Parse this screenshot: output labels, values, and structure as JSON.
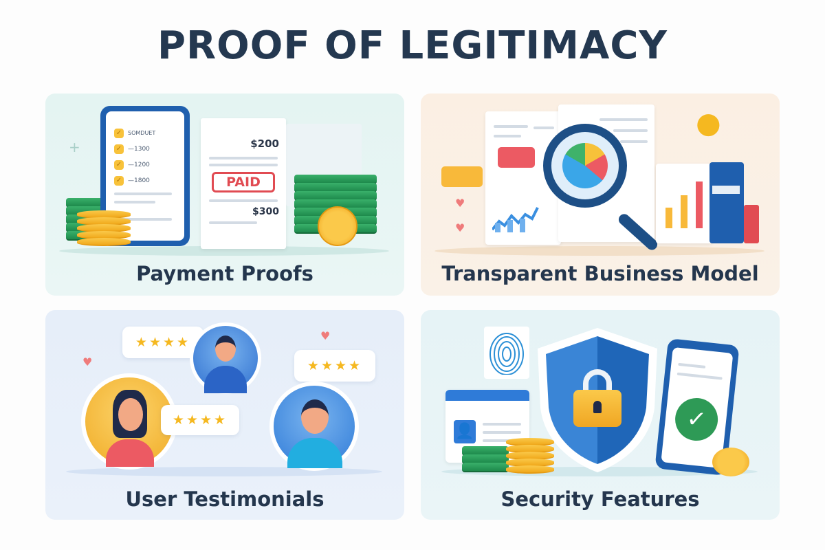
{
  "title": "PROOF OF LEGITIMACY",
  "colors": {
    "title": "#243850",
    "card_payment_bg": "#e4f4f2",
    "card_business_bg": "#fbefe3",
    "card_testimonials_bg": "#e6eef9",
    "card_security_bg": "#e6f3f6",
    "accent_blue": "#1f5fae",
    "accent_gold": "#f5b820",
    "accent_green": "#2e9a56",
    "accent_red": "#e14b52"
  },
  "cards": [
    {
      "label": "Payment Proofs",
      "phone_list": [
        {
          "icon": "check-icon",
          "text": "SOMDUET"
        },
        {
          "icon": "check-icon",
          "text": "1300"
        },
        {
          "icon": "check-icon",
          "text": "1200"
        },
        {
          "icon": "check-icon",
          "text": "1800"
        }
      ],
      "receipt": {
        "amount_top": "$200",
        "stamp": "PAID",
        "amount_bottom": "$300"
      }
    },
    {
      "label": "Transparent Business Model",
      "icons": [
        "document-icon",
        "magnifier-icon",
        "pie-chart-icon",
        "bar-chart-icon",
        "line-chart-icon",
        "lightbulb-icon",
        "binder-icon",
        "heart-icon"
      ]
    },
    {
      "label": "User Testimonials",
      "reviews": [
        {
          "avatar": "man-avatar",
          "stars": "★★★★"
        },
        {
          "avatar": "woman-avatar",
          "stars": "★★★★"
        },
        {
          "avatar": "man-avatar",
          "stars": "★★★★"
        }
      ]
    },
    {
      "label": "Security Features",
      "icons": [
        "shield-icon",
        "padlock-icon",
        "fingerprint-icon",
        "id-card-icon",
        "phone-icon",
        "checkmark-icon",
        "coin-icon",
        "cash-icon"
      ]
    }
  ]
}
